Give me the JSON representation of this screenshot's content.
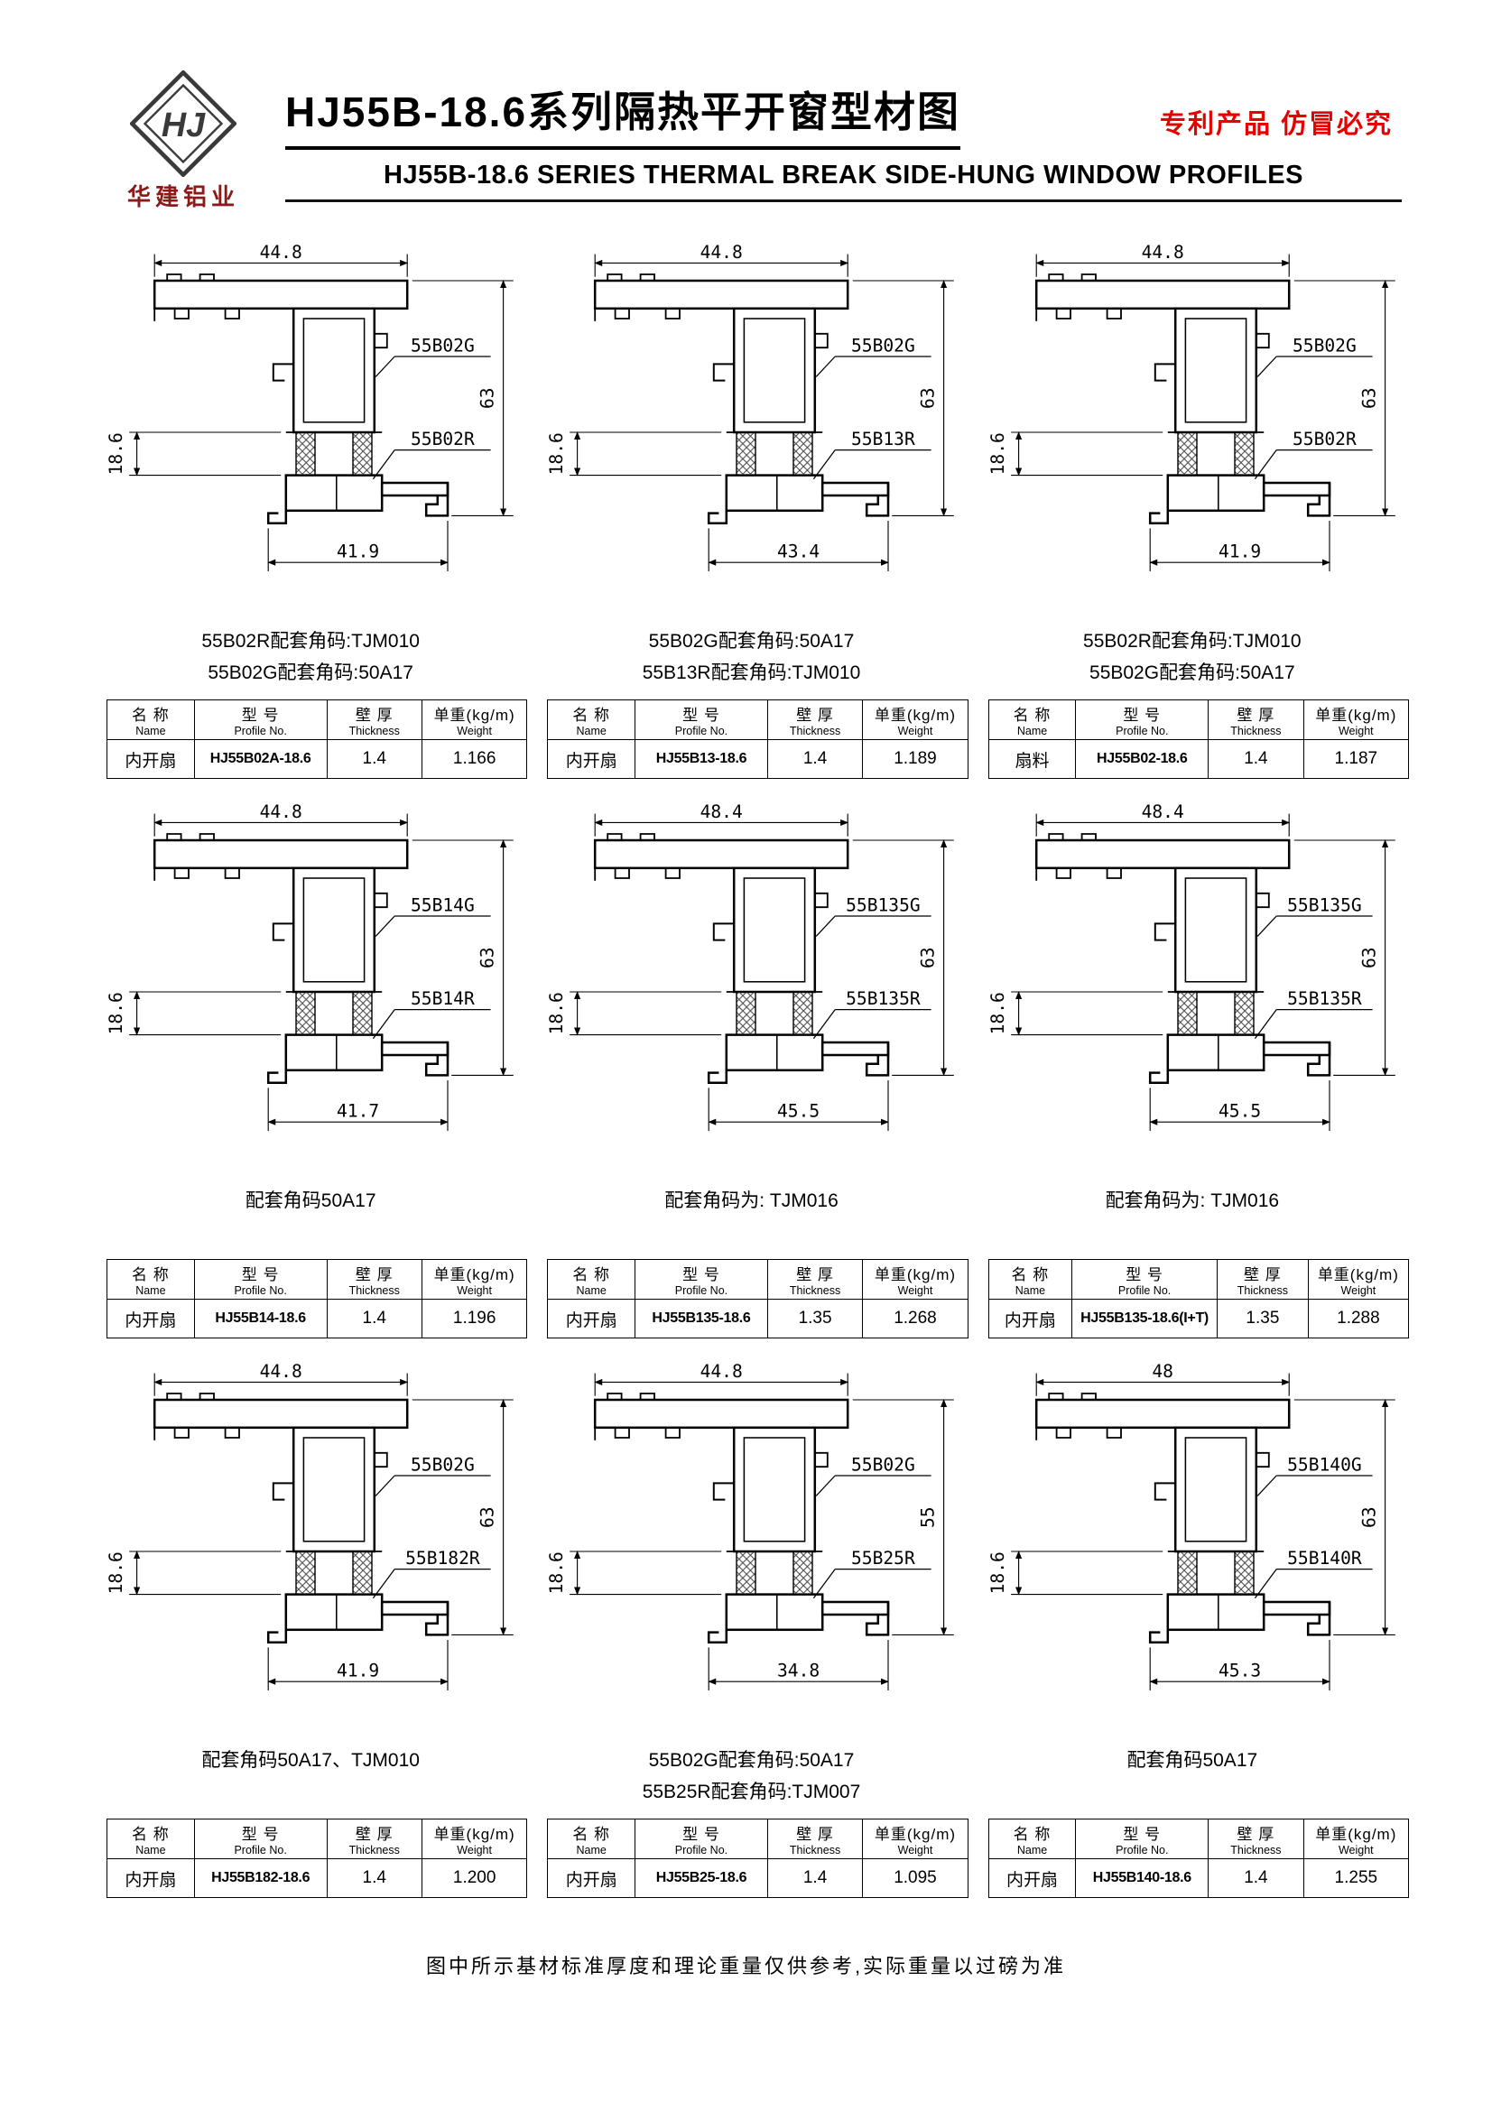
{
  "header": {
    "logo_monogram": "HJ",
    "logo_name": "华建铝业",
    "title": "HJ55B-18.6系列隔热平开窗型材图",
    "patent_notice": "专利产品 仿冒必究",
    "subtitle": "HJ55B-18.6 SERIES THERMAL BREAK SIDE-HUNG WINDOW PROFILES"
  },
  "table_headers": {
    "name_cn": "名 称",
    "name_en": "Name",
    "model_cn": "型 号",
    "model_en": "Profile No.",
    "thickness_cn": "壁 厚",
    "thickness_en": "Thickness",
    "weight_cn": "单重(kg/m)",
    "weight_en": "Weight"
  },
  "cells": [
    {
      "dim_top": "44.8",
      "dim_right": "63",
      "dim_left": "18.6",
      "dim_bottom": "41.9",
      "label_g": "55B02G",
      "label_r": "55B02R",
      "notes": [
        "55B02R配套角码:TJM010",
        "55B02G配套角码:50A17"
      ],
      "row": {
        "name": "内开扇",
        "model": "HJ55B02A-18.6",
        "thickness": "1.4",
        "weight": "1.166"
      }
    },
    {
      "dim_top": "44.8",
      "dim_right": "63",
      "dim_left": "18.6",
      "dim_bottom": "43.4",
      "label_g": "55B02G",
      "label_r": "55B13R",
      "notes": [
        "55B02G配套角码:50A17",
        "55B13R配套角码:TJM010"
      ],
      "row": {
        "name": "内开扇",
        "model": "HJ55B13-18.6",
        "thickness": "1.4",
        "weight": "1.189"
      }
    },
    {
      "dim_top": "44.8",
      "dim_right": "63",
      "dim_left": "18.6",
      "dim_bottom": "41.9",
      "label_g": "55B02G",
      "label_r": "55B02R",
      "notes": [
        "55B02R配套角码:TJM010",
        "55B02G配套角码:50A17"
      ],
      "row": {
        "name": "扇料",
        "model": "HJ55B02-18.6",
        "thickness": "1.4",
        "weight": "1.187"
      }
    },
    {
      "dim_top": "44.8",
      "dim_right": "63",
      "dim_left": "18.6",
      "dim_bottom": "41.7",
      "label_g": "55B14G",
      "label_r": "55B14R",
      "notes": [
        "配套角码50A17"
      ],
      "row": {
        "name": "内开扇",
        "model": "HJ55B14-18.6",
        "thickness": "1.4",
        "weight": "1.196"
      }
    },
    {
      "dim_top": "48.4",
      "dim_right": "63",
      "dim_left": "18.6",
      "dim_bottom": "45.5",
      "label_g": "55B135G",
      "label_r": "55B135R",
      "notes": [
        "配套角码为: TJM016"
      ],
      "row": {
        "name": "内开扇",
        "model": "HJ55B135-18.6",
        "thickness": "1.35",
        "weight": "1.268"
      }
    },
    {
      "dim_top": "48.4",
      "dim_right": "63",
      "dim_left": "18.6",
      "dim_bottom": "45.5",
      "label_g": "55B135G",
      "label_r": "55B135R",
      "notes": [
        "配套角码为: TJM016"
      ],
      "row": {
        "name": "内开扇",
        "model": "HJ55B135-18.6(I+T)",
        "thickness": "1.35",
        "weight": "1.288"
      }
    },
    {
      "dim_top": "44.8",
      "dim_right": "63",
      "dim_left": "18.6",
      "dim_bottom": "41.9",
      "label_g": "55B02G",
      "label_r": "55B182R",
      "notes": [
        "配套角码50A17、TJM010"
      ],
      "row": {
        "name": "内开扇",
        "model": "HJ55B182-18.6",
        "thickness": "1.4",
        "weight": "1.200"
      }
    },
    {
      "dim_top": "44.8",
      "dim_right": "55",
      "dim_left": "18.6",
      "dim_bottom": "34.8",
      "label_g": "55B02G",
      "label_r": "55B25R",
      "notes": [
        "55B02G配套角码:50A17",
        "55B25R配套角码:TJM007"
      ],
      "row": {
        "name": "内开扇",
        "model": "HJ55B25-18.6",
        "thickness": "1.4",
        "weight": "1.095"
      }
    },
    {
      "dim_top": "48",
      "dim_right": "63",
      "dim_left": "18.6",
      "dim_bottom": "45.3",
      "label_g": "55B140G",
      "label_r": "55B140R",
      "notes": [
        "配套角码50A17"
      ],
      "row": {
        "name": "内开扇",
        "model": "HJ55B140-18.6",
        "thickness": "1.4",
        "weight": "1.255"
      }
    }
  ],
  "footer_note": "图中所示基材标准厚度和理论重量仅供参考,实际重量以过磅为准"
}
